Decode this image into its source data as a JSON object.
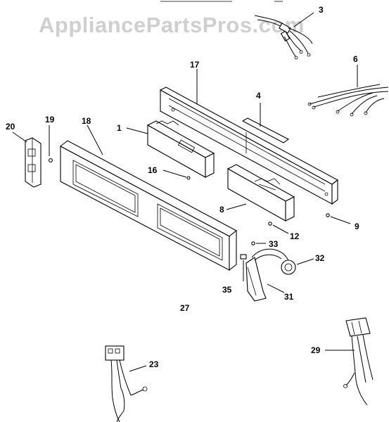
{
  "watermark": "AppliancePartsPros.com",
  "labels": {
    "p1": "1",
    "p3": "3",
    "p4": "4",
    "p6": "6",
    "p8": "8",
    "p9": "9",
    "p12": "12",
    "p16": "16",
    "p17": "17",
    "p18": "18",
    "p19": "19",
    "p20": "20",
    "p23": "23",
    "p27": "27",
    "p29": "29",
    "p31": "31",
    "p32": "32",
    "p33": "33",
    "p35": "35"
  }
}
